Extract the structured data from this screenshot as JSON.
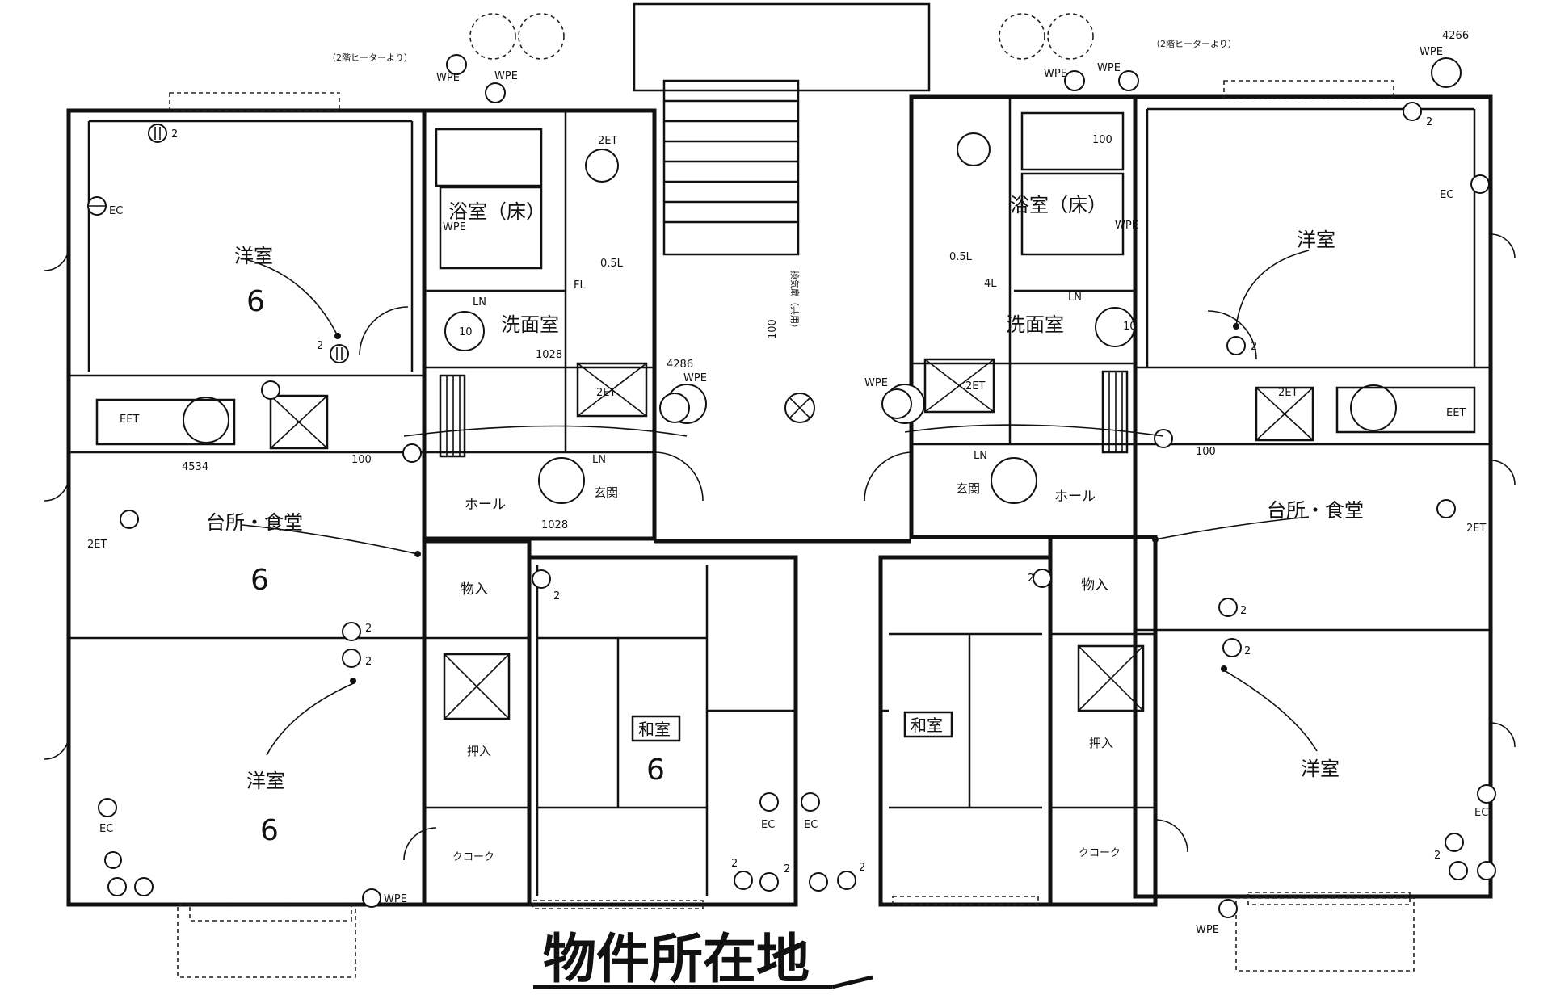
{
  "title": "物件所在地",
  "left_unit": {
    "bedroom_top": {
      "label": "洋室",
      "size": "6"
    },
    "kitchen": {
      "label": "台所・食堂",
      "size": "6"
    },
    "bedroom_bottom": {
      "label": "洋室",
      "size": "6"
    },
    "washroom": {
      "label": "洗面室"
    },
    "bath": {
      "label": "浴室（床）"
    },
    "hall": {
      "label": "ホール"
    },
    "entrance": {
      "label": "玄関"
    },
    "closet": {
      "label": "物入"
    },
    "oshiire": {
      "label": "押入"
    },
    "closet_bottom": {
      "label": "クローク"
    },
    "washitsu": {
      "label": "和室",
      "size": "6"
    },
    "fixture_labels": {
      "water_note": "（2階ヒーターより）",
      "wpe_1": "WPE",
      "wpe_2": "WPE",
      "wpe_3": "WPE",
      "wpe_4": "WPE",
      "wpe_bottom": "WPE",
      "ec_1": "EC",
      "ec_2": "EC",
      "eet": "EET",
      "zet": "2ET",
      "zet_2": "2ET",
      "zet_3": "2ET",
      "n4534": "4534",
      "n4286": "4286",
      "n100": "100",
      "n1028": "1028",
      "n1028b": "1028",
      "n10": "10",
      "ln": "LN",
      "ln2": "LN",
      "d5l": "0.5L",
      "fl": "FL",
      "c2a": "2",
      "c2b": "2",
      "c2c": "2",
      "c2d": "2",
      "c2e": "2",
      "c2f": "2"
    }
  },
  "right_unit": {
    "bedroom_top": {
      "label": "洋室"
    },
    "kitchen": {
      "label": "台所・食堂"
    },
    "bedroom_bottom": {
      "label": "洋室"
    },
    "washroom": {
      "label": "洗面室"
    },
    "bath": {
      "label": "浴室（床）"
    },
    "hall": {
      "label": "ホール"
    },
    "entrance": {
      "label": "玄関"
    },
    "closet": {
      "label": "物入"
    },
    "oshiire": {
      "label": "押入"
    },
    "closet_bottom": {
      "label": "クローク"
    },
    "washitsu": {
      "label": "和室"
    },
    "fixture_labels": {
      "water_note": "（2階ヒーターより）",
      "n4266": "4266",
      "wpe_1": "WPE",
      "wpe_2": "WPE",
      "wpe_3": "WPE",
      "wpe_4": "WPE",
      "wpe_5": "WPE",
      "wpe_bottom": "WPE",
      "ec_1": "EC",
      "ec_2": "EC",
      "eet": "EET",
      "zet": "2ET",
      "zet_2": "2ET",
      "zet_3": "2ET",
      "n100": "100",
      "n100b": "100",
      "n10": "10",
      "ln": "LN",
      "ln2": "LN",
      "d5l": "0.5L",
      "fl": "4L",
      "c2a": "2",
      "c2b": "2",
      "c2c": "2",
      "c2d": "2",
      "c2e": "2",
      "c2f": "2"
    }
  },
  "center": {
    "stair_note": "換気扇（共用）",
    "n100": "100",
    "ec_1": "EC",
    "ec_2": "EC",
    "c2a": "2",
    "c2b": "2"
  }
}
